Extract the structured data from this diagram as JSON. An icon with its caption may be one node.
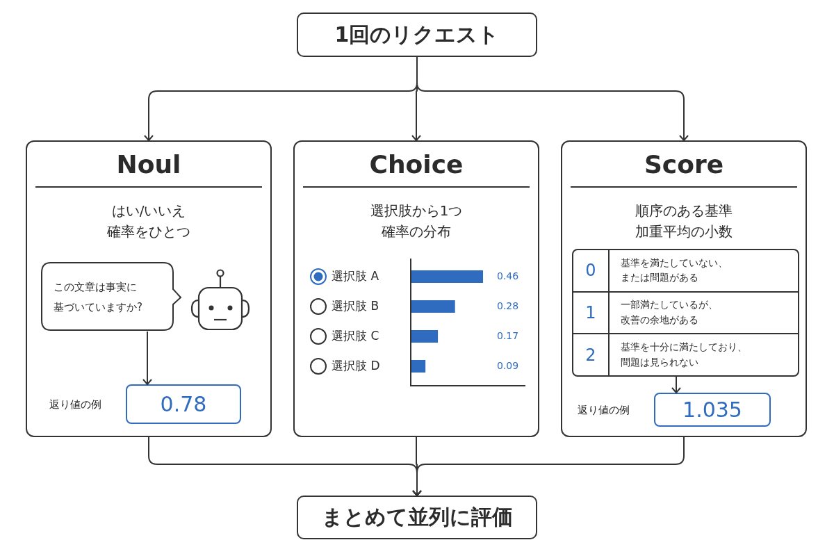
{
  "diagram": {
    "nodes": [
      {
        "text": [
          "1回のリクエスト"
        ]
      },
      {
        "text": [
          "Noul",
          "はい/いいえ確率をひとつ"
        ]
      },
      {
        "text": [
          "この文章は事実に基づいていますか?"
        ],
        "in": 1
      },
      {
        "text": [
          "0.78"
        ],
        "in": 1,
        "beside": [
          "返り値の例"
        ]
      },
      {
        "text": [
          "Choice",
          "選択肢から1つ確率の分布"
        ]
      },
      {
        "text": [
          "Score",
          "順序のある基準加重平均の小数"
        ]
      },
      {
        "text": [
          "0",
          "基準を満たしていない、または問題がある",
          "1",
          "一部満たしているが、改善の余地がある",
          "2",
          "基準を十分に満たしており、問題は見られない"
        ],
        "in": 5
      },
      {
        "text": [
          "1.035"
        ],
        "in": 5,
        "beside": [
          "返り値の例"
        ]
      },
      {
        "text": [
          "まとめて並列に評価"
        ]
      }
    ],
    "edges": [
      {
        "from": 0,
        "to": 1,
        "arrow": "to"
      },
      {
        "from": 0,
        "to": 4,
        "arrow": "to"
      },
      {
        "from": 0,
        "to": 5,
        "arrow": "to"
      },
      {
        "from": 2,
        "to": 3,
        "arrow": "to"
      },
      {
        "from": 6,
        "to": 7,
        "arrow": "to"
      },
      {
        "from": 1,
        "to": 8,
        "arrow": "to"
      },
      {
        "from": 4,
        "to": 8,
        "arrow": "to"
      },
      {
        "from": 5,
        "to": 8,
        "arrow": "to"
      }
    ],
    "chart_data": {
      "type": "bar",
      "orientation": "horizontal",
      "categories": [
        "選択肢 A",
        "選択肢 B",
        "選択肢 C",
        "選択肢 D"
      ],
      "values": [
        0.46,
        0.28,
        0.17,
        0.09
      ],
      "data_labels": true
    }
  }
}
